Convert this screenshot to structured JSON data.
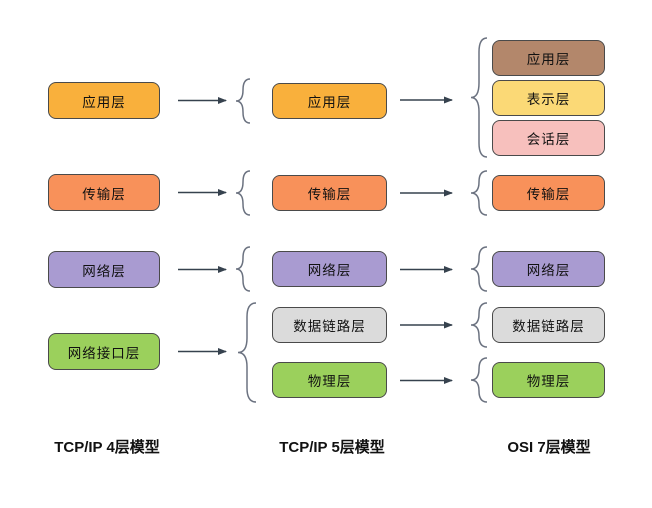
{
  "models": {
    "tcpip4": {
      "caption": "TCP/IP 4层模型",
      "layers": [
        {
          "label": "应用层",
          "color": "#F9B03C"
        },
        {
          "label": "传输层",
          "color": "#F8915A"
        },
        {
          "label": "网络层",
          "color": "#A99BD1"
        },
        {
          "label": "网络接口层",
          "color": "#9BD05C"
        }
      ]
    },
    "tcpip5": {
      "caption": "TCP/IP 5层模型",
      "layers": [
        {
          "label": "应用层",
          "color": "#F9B03C"
        },
        {
          "label": "传输层",
          "color": "#F8915A"
        },
        {
          "label": "网络层",
          "color": "#A99BD1"
        },
        {
          "label": "数据链路层",
          "color": "#DBDBDB"
        },
        {
          "label": "物理层",
          "color": "#9BD05C"
        }
      ]
    },
    "osi7": {
      "caption": "OSI 7层模型",
      "layers": [
        {
          "label": "应用层",
          "color": "#B3876B"
        },
        {
          "label": "表示层",
          "color": "#FBD976"
        },
        {
          "label": "会话层",
          "color": "#F7C0BD"
        },
        {
          "label": "传输层",
          "color": "#F8915A"
        },
        {
          "label": "网络层",
          "color": "#A99BD1"
        },
        {
          "label": "数据链路层",
          "color": "#DBDBDB"
        },
        {
          "label": "物理层",
          "color": "#9BD05C"
        }
      ]
    }
  },
  "style": {
    "arrow_color": "#36424E",
    "brace_color": "#6B7280",
    "node_border": "#4A4A4A",
    "text_color": "#111111",
    "caption_color": "#111111",
    "canvas_bg": "#FFFFFF"
  }
}
